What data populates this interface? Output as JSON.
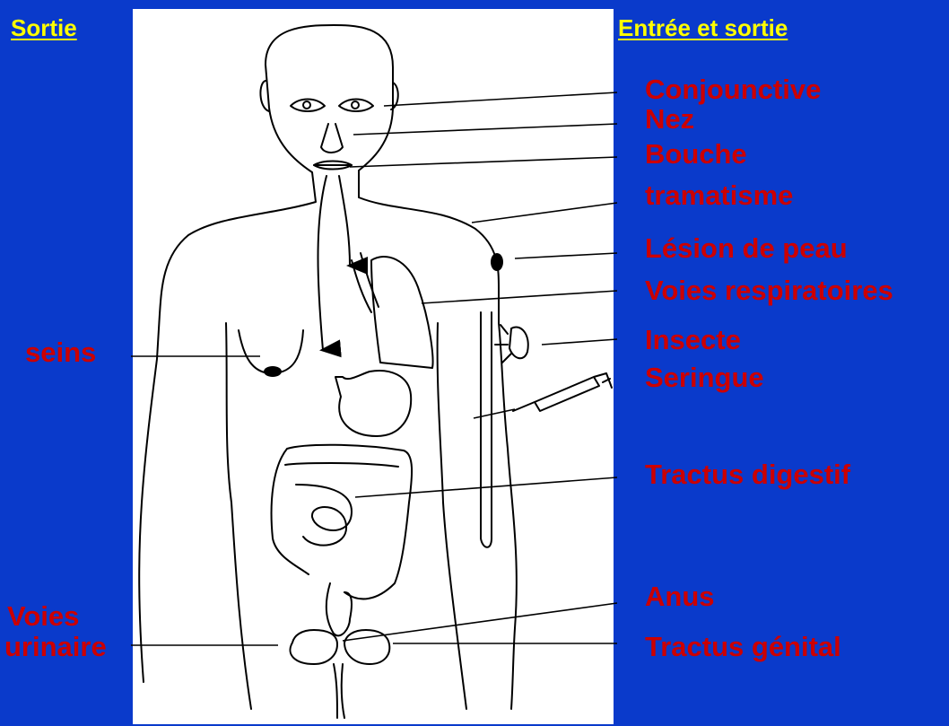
{
  "headings": {
    "left": "Sortie",
    "right": "Entrée et sortie"
  },
  "labels": {
    "conjonctive": "Conjounctive",
    "nez": "Nez",
    "bouche": "Bouche",
    "traumatisme": "tramatisme",
    "lesion_peau": "Lésion de peau",
    "voies_respiratoires": "Voies respiratoires",
    "insecte": "Insecte",
    "seringue": "Seringue",
    "tractus_digestif": "Tractus digestif",
    "anus": "Anus",
    "tractus_genital": "Tractus génital",
    "seins": "seins",
    "voies_urinaire_1": "Voies",
    "voies_urinaire_2": "urinaire"
  },
  "colors": {
    "background": "#0a3acb",
    "heading": "#ffff00",
    "label": "#cc0000"
  }
}
